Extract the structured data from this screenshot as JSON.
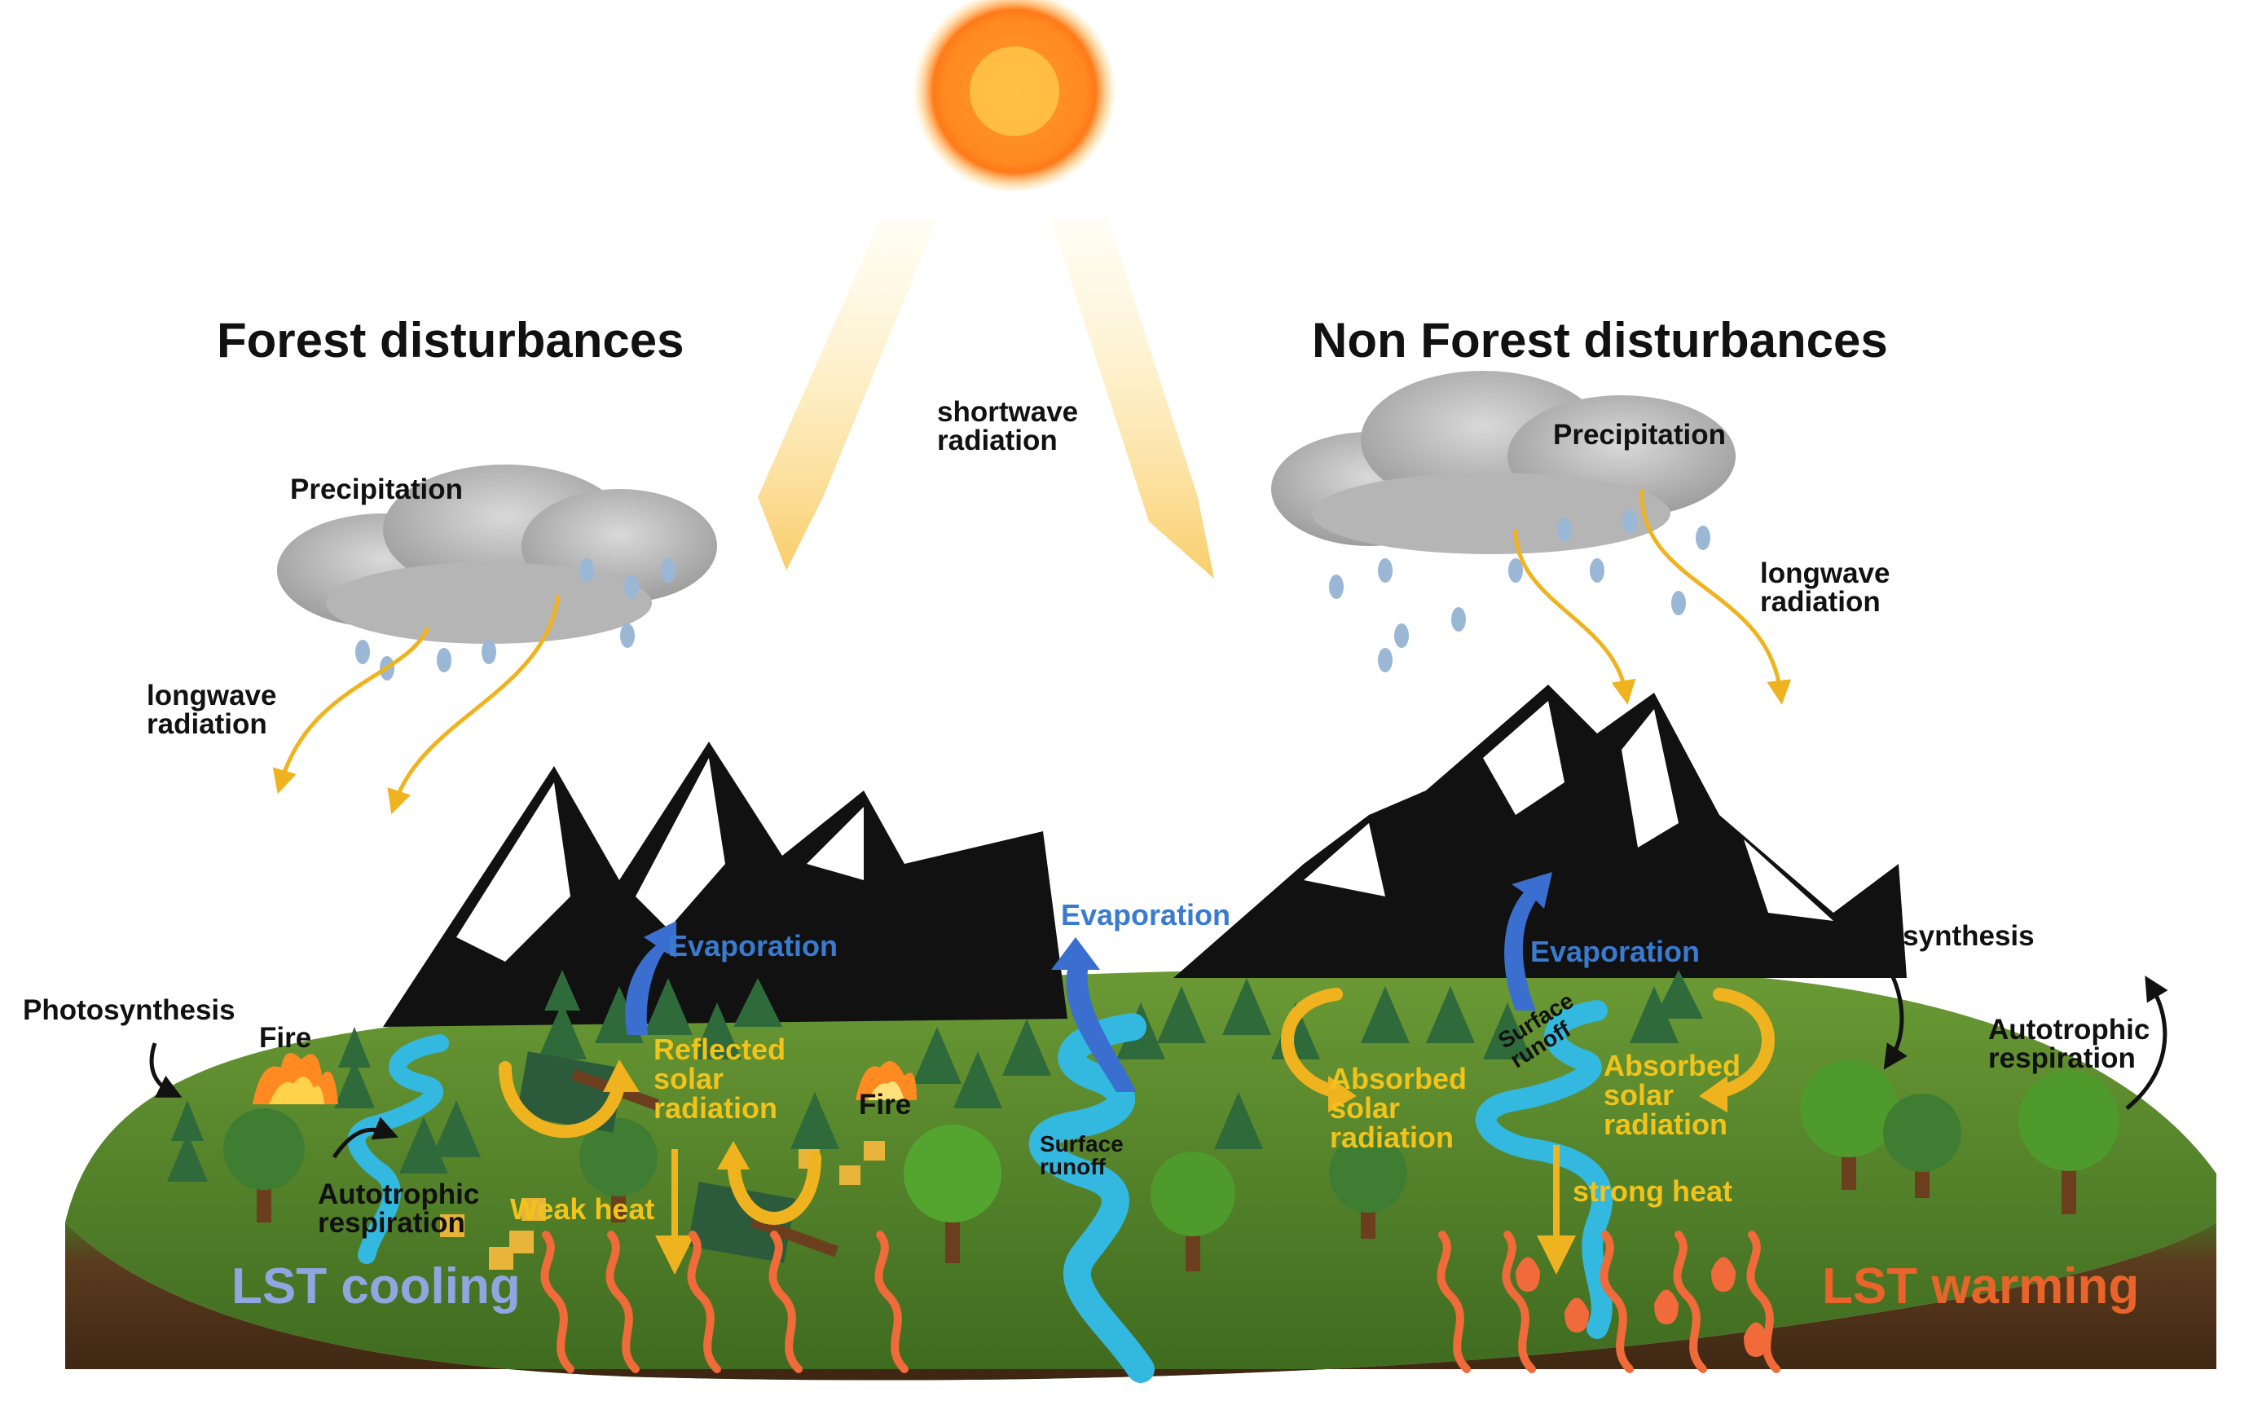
{
  "labels": {
    "title_left": "Forest disturbances",
    "title_right": "Non Forest disturbances",
    "shortwave": [
      "shortwave",
      "radiation"
    ],
    "precip_left": "Precipitation",
    "precip_right": "Precipitation",
    "longwave_left": [
      "longwave",
      "radiation"
    ],
    "longwave_right": [
      "longwave",
      "radiation"
    ],
    "photo_left": "Photosynthesis",
    "photo_right": "Photosynthesis",
    "fire_left": "Fire",
    "fire_mid": "Fire",
    "evap_left": "Evaporation",
    "evap_mid": "Evaporation",
    "evap_right": "Evaporation",
    "reflected": [
      "Reflected",
      "solar",
      "radiation"
    ],
    "absorbed_left": [
      "Absorbed",
      "solar",
      "radiation"
    ],
    "absorbed_right": [
      "Absorbed",
      "solar",
      "radiation"
    ],
    "surface_runoff_mid": [
      "Surface",
      "runoff"
    ],
    "surface_runoff_right": [
      "Surface",
      "runoff"
    ],
    "auto_resp_left": [
      "Autotrophic",
      "respiration"
    ],
    "auto_resp_right": [
      "Autotrophic",
      "respiration"
    ],
    "weak_heat": "Weak heat",
    "strong_heat": "strong heat",
    "lst_cooling": "LST cooling",
    "lst_warming": "LST warming"
  },
  "colors": {
    "sky": "#ffffff",
    "sun_core": "#ff7a1a",
    "sun_glow": "#ffd766",
    "beam": "#f9c85a",
    "grass": "#4f7d2a",
    "soil": "#5a3b1e",
    "river": "#33b8e0",
    "evap_arrow": "#3a6fd0",
    "loop_arrow": "#f0b320",
    "heat_wave": "#f06a3a",
    "cooling_text": "#8fa6e0",
    "warming_text": "#e8642a"
  },
  "icons": [
    "sun-icon",
    "cloud-icon",
    "raindrop-icon",
    "mountain-icon",
    "tree-icon",
    "fire-icon",
    "stump-icon",
    "log-icon",
    "river-icon",
    "heat-wave-icon",
    "flame-icon"
  ]
}
